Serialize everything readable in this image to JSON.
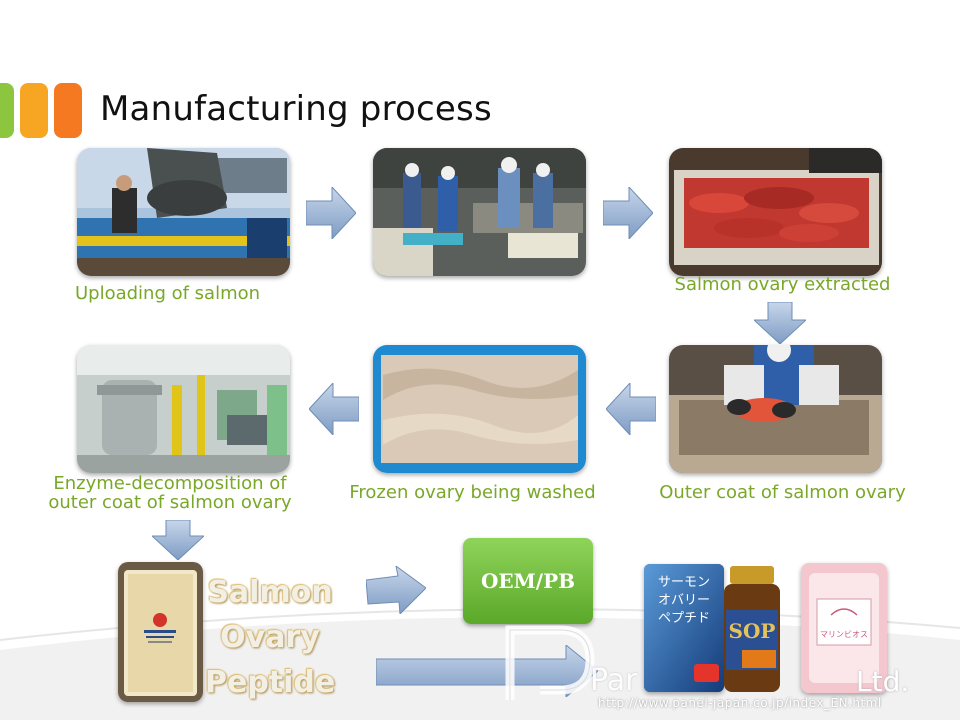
{
  "slide": {
    "title": "Manufacturing process",
    "colors": {
      "bar_green": "#8cc63f",
      "bar_yellow": "#f6a623",
      "bar_orange": "#f47920",
      "caption": "#79a829",
      "arrow": "#9db6d6",
      "oem_button": "#6cbf35"
    }
  },
  "steps": [
    {
      "caption": "Uploading of salmon"
    },
    {
      "caption": ""
    },
    {
      "caption": "Salmon ovary extracted"
    },
    {
      "caption": "Outer coat of salmon ovary"
    },
    {
      "caption": "Frozen ovary being washed"
    },
    {
      "caption_line1": "Enzyme-decomposition of",
      "caption_line2": "outer coat of salmon ovary"
    }
  ],
  "product": {
    "line1": "Salmon",
    "line2": "Ovary",
    "line3": "Peptide"
  },
  "oem": {
    "label": "OEM/PB"
  },
  "packaging": {
    "box_text": "サーモンオバリーペプチド",
    "bottle_label": "SOP",
    "pink_box_text": "マリンビオス"
  },
  "footer": {
    "brand": "Par",
    "suffix": "Ltd.",
    "url": "http://www.panel-japan.co.jp/index_EN.html"
  }
}
